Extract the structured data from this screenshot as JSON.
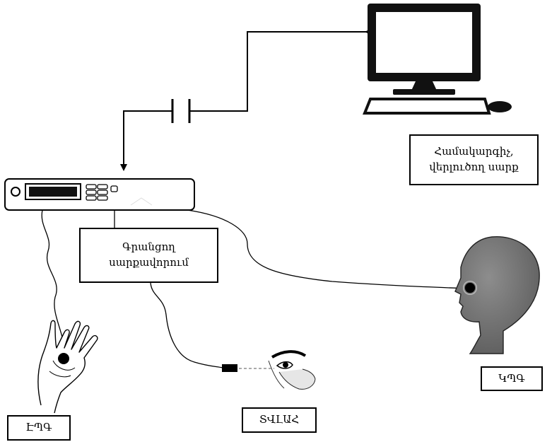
{
  "labels": {
    "computer": [
      "Համակարգիչ,",
      "վերլուծող սարք"
    ],
    "recorder": [
      "Գրանցող",
      "սարքավորում"
    ],
    "eeg": "ԿՊԳ",
    "ecg": "ԷՊԳ",
    "eog": "ՏՎԼԱՀ"
  }
}
